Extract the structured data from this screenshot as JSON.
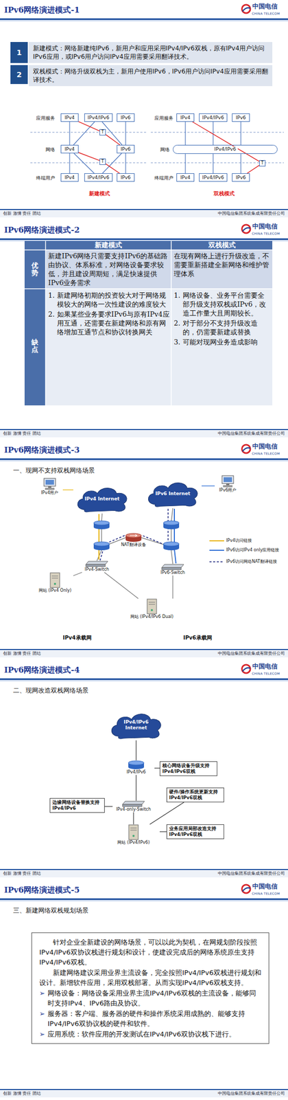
{
  "diagram": {
    "nodes": [
      {
        "text": [
          "IPv4"
        ]
      },
      {
        "text": [
          "IPv4/IPv6"
        ]
      },
      {
        "text": [
          "IPv6"
        ]
      },
      {
        "text": [
          "IPv4"
        ]
      },
      {
        "text": [
          "IPv6"
        ]
      },
      {
        "text": [
          "IPv4"
        ]
      },
      {
        "text": [
          "IPv4/IPv6"
        ]
      },
      {
        "text": [
          "IPv6"
        ]
      },
      {
        "text": [
          "T"
        ]
      },
      {
        "text": [
          "T"
        ]
      },
      {
        "text": [
          "IPv4"
        ]
      },
      {
        "text": [
          "IPv4/IPv6"
        ]
      },
      {
        "text": [
          "IPv6"
        ]
      },
      {
        "text": [
          "IPv4/IPv6"
        ]
      },
      {
        "text": [
          "IPv4"
        ]
      },
      {
        "text": [
          "IPv4/IPv6"
        ]
      },
      {
        "text": [
          "IPv6"
        ]
      },
      {
        "text": [
          "T"
        ]
      },
      {
        "text": [
          "IPv4 Internet"
        ]
      },
      {
        "text": [
          "IPv6 Internet"
        ]
      },
      {
        "text": [
          "IPv4用户"
        ]
      },
      {
        "text": [
          "IPv6用户"
        ]
      },
      {
        "text": [
          "NAT翻译设备"
        ]
      },
      {
        "text": [
          "IPv4-Switch"
        ]
      },
      {
        "text": [
          "IPv6-Switch"
        ]
      },
      {
        "text": [
          "网站 (IPv4 Only)"
        ]
      },
      {
        "text": [
          "网站 (IPv4/IPv6 Dual)"
        ]
      },
      {
        "text": [
          "IPv4/IPv6 Internet"
        ]
      },
      {
        "text": [
          "IPv4/IPv6"
        ]
      },
      {
        "text": [
          "IPv4-only-Switch"
        ]
      },
      {
        "text": [
          "网站 (IPv4/IPv6)"
        ]
      },
      {
        "text": [
          "核心网络设备升级支持IPv4/IPv6双栈"
        ]
      },
      {
        "text": [
          "边缘网络设备替换支持IPv4/IPv6"
        ]
      },
      {
        "text": [
          "硬件/操作系统更新支持IPv4/IPv6双栈"
        ]
      },
      {
        "text": [
          "业务应用局部改造支持IPv4/IPv6双栈"
        ]
      },
      {
        "text": [
          "针对企业全新建设的网络场景，可以以此为契机，在网规划阶段按照IPv4/IPv6双协议栈进行规划和设计，使建设完成后的网络系统原生支持IPv4/IPv6双栈。",
          "新建网络建议采用业界主流设备，完全按照IPv4/IPv6双栈进行规划和设计。新增软件应用，采用双栈部署。从而实现IPv4/IPv6双栈支持。",
          "➢",
          "网络设备：网络设备采用业界主流IPv4/IPv6双栈的主流设备，能够同时支持IPv4、IPv6路由及协议。",
          "➢",
          "服务器：客户端、服务器的硬件和操作系统采用成熟的、能够支持IPv4/IPv6双协议栈的硬件和软件。",
          "➢",
          "应用系统：软件应用的开发测试在IPv4/IPv6双协议栈下进行。"
        ]
      }
    ],
    "edges": [
      {
        "from": 3,
        "to": 0,
        "arrow": "none"
      },
      {
        "from": 3,
        "to": 1,
        "arrow": "none"
      },
      {
        "from": 4,
        "to": 1,
        "arrow": "none"
      },
      {
        "from": 4,
        "to": 2,
        "arrow": "none"
      },
      {
        "from": 5,
        "to": 3,
        "arrow": "none"
      },
      {
        "from": 6,
        "to": 3,
        "arrow": "none"
      },
      {
        "from": 6,
        "to": 4,
        "arrow": "none"
      },
      {
        "from": 7,
        "to": 4,
        "arrow": "none"
      },
      {
        "from": 4,
        "to": 8,
        "arrow": "none"
      },
      {
        "from": 8,
        "to": 0,
        "arrow": "none"
      },
      {
        "from": 7,
        "to": 9,
        "arrow": "none"
      },
      {
        "from": 9,
        "to": 3,
        "arrow": "none"
      },
      {
        "from": 13,
        "to": 10,
        "arrow": "none"
      },
      {
        "from": 13,
        "to": 11,
        "arrow": "none"
      },
      {
        "from": 13,
        "to": 12,
        "arrow": "none"
      },
      {
        "from": 14,
        "to": 13,
        "arrow": "none"
      },
      {
        "from": 15,
        "to": 13,
        "arrow": "none"
      },
      {
        "from": 16,
        "to": 13,
        "arrow": "none"
      },
      {
        "from": 16,
        "to": 17,
        "arrow": "none"
      },
      {
        "from": 17,
        "to": 10,
        "arrow": "none"
      },
      {
        "from": 23,
        "to": 25,
        "arrow": "none"
      },
      {
        "from": 23,
        "to": 26,
        "arrow": "none"
      },
      {
        "from": 24,
        "to": 26,
        "arrow": "none"
      },
      {
        "from": 20,
        "to": 18,
        "arrow": "none"
      },
      {
        "from": 21,
        "to": 19,
        "arrow": "none"
      },
      {
        "from": 27,
        "to": 28,
        "arrow": "none"
      },
      {
        "from": 28,
        "to": 29,
        "arrow": "none"
      },
      {
        "from": 29,
        "to": 30,
        "arrow": "none"
      },
      {
        "from": 31,
        "to": 28,
        "arrow": "none"
      },
      {
        "from": 32,
        "to": 29,
        "arrow": "none"
      },
      {
        "from": 33,
        "to": 30,
        "arrow": "none"
      },
      {
        "from": 34,
        "to": 30,
        "arrow": "none"
      }
    ],
    "labels": [
      "IPv6网络演进模式-1",
      "中国电信",
      "CHINA TELECOM",
      "1",
      "新建模式：网络新建纯IPv6，新用户和应用采用IPv4/IPv6双栈，原有IPv4用户访问IPv6应用，或IPv6用户访问IPv4应用需要采用翻译技术。",
      "2",
      "双栈模式：网络升级双栈为主，新用户使用IPv6，IPv6用户访问IPv4应用需要采用翻译技术。",
      "应用服务",
      "网络",
      "终端用户",
      "新建模式",
      "应用服务",
      "网络",
      "终端用户",
      "双栈模式",
      "创新 激情 责任 团结",
      "中国电信集团系统集成有限责任公司",
      "IPv6网络演进模式-2",
      "中国电信",
      "CHINA TELECOM",
      "新建模式",
      "双栈模式",
      "优势",
      "新建IPv6网络只需要支持IPv6的基础路由协议、体系标准，对网络设备要求较低，并且建设周期短，满足快速提供IPv6业务需求",
      "在现有网络上进行升级改造，不需要重新搭建全新网络和维护管理体系",
      "缺点",
      "1. 新建网络初期的投资较大对于网络规模较大的网络一次性建设的难度较大",
      "2. 如果某些业务要求IPv6与原有IPv4应用互通，还需要在新建网络和原有网络增加互通节点和协议转换网关",
      "1. 网络设备、业务平台需要全部升级支持双栈或IPv6，改造工作量大且周期较长。",
      "2. 对于部分不支持升级改造的，仍需要新建或替换",
      "3. 可能对现网业务造成影响",
      "创新 激情 责任 团结",
      "中国电信集团系统集成有限责任公司",
      "IPv6网络演进模式-3",
      "中国电信",
      "CHINA TELECOM",
      "一、现网不支持双栈网络场景",
      "IPv4承载网",
      "IPv6承载网",
      "创新 激情 责任 团结",
      "中国电信集团系统集成有限责任公司",
      "IPv6网络演进模式-4",
      "中国电信",
      "CHINA TELECOM",
      "二、现网改造双栈网络场景",
      "创新 激情 责任 团结",
      "中国电信集团系统集成有限责任公司",
      "IPv6网络演进模式-5",
      "中国电信",
      "CHINA TELECOM",
      "三、新建网络双栈规划场景",
      "创新 激情 责任 团结",
      "中国电信集团系统集成有限责任公司"
    ],
    "legend": [
      {
        "text": "IPv4访问链接"
      },
      {
        "text": "IPv6访问IPv4 only应用链接"
      },
      {
        "text": "IPv6访问网络NAT翻译链接"
      }
    ]
  }
}
